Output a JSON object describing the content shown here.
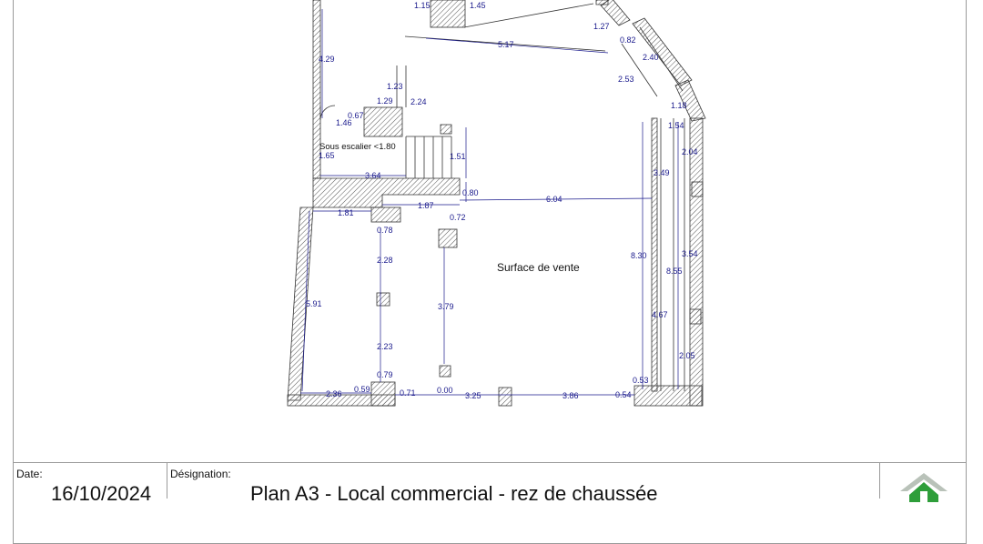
{
  "plan": {
    "room_label": "Surface de vente",
    "stair_note": "Sous escalier <1.80",
    "dimensions": [
      "1.15",
      "1.45",
      "5.17",
      "1.27",
      "0.82",
      "2.40",
      "2.53",
      "1.18",
      "4.29",
      "1.23",
      "1.29",
      "2.24",
      "1.46",
      "0.67",
      "1.65",
      "1.51",
      "3.64",
      "0.80",
      "1.87",
      "6.04",
      "0.72",
      "1.81",
      "0.78",
      "2.28",
      "3.79",
      "5.91",
      "2.23",
      "0.79",
      "2.36",
      "0.59",
      "0.71",
      "0.00",
      "3.25",
      "3.86",
      "0.54",
      "0.53",
      "1.54",
      "2.04",
      "3.49",
      "8.30",
      "8.55",
      "3.54",
      "4.67",
      "2.05"
    ]
  },
  "title_block": {
    "date_label": "Date:",
    "date_value": "16/10/2024",
    "designation_label": "Désignation:",
    "designation_value": "Plan A3 - Local commercial - rez de chaussée"
  },
  "colors": {
    "dimension": "#1a1a8c",
    "wall": "#444444",
    "logo": "#2e9e3a"
  },
  "icons": {
    "logo": "house-logo-icon"
  }
}
